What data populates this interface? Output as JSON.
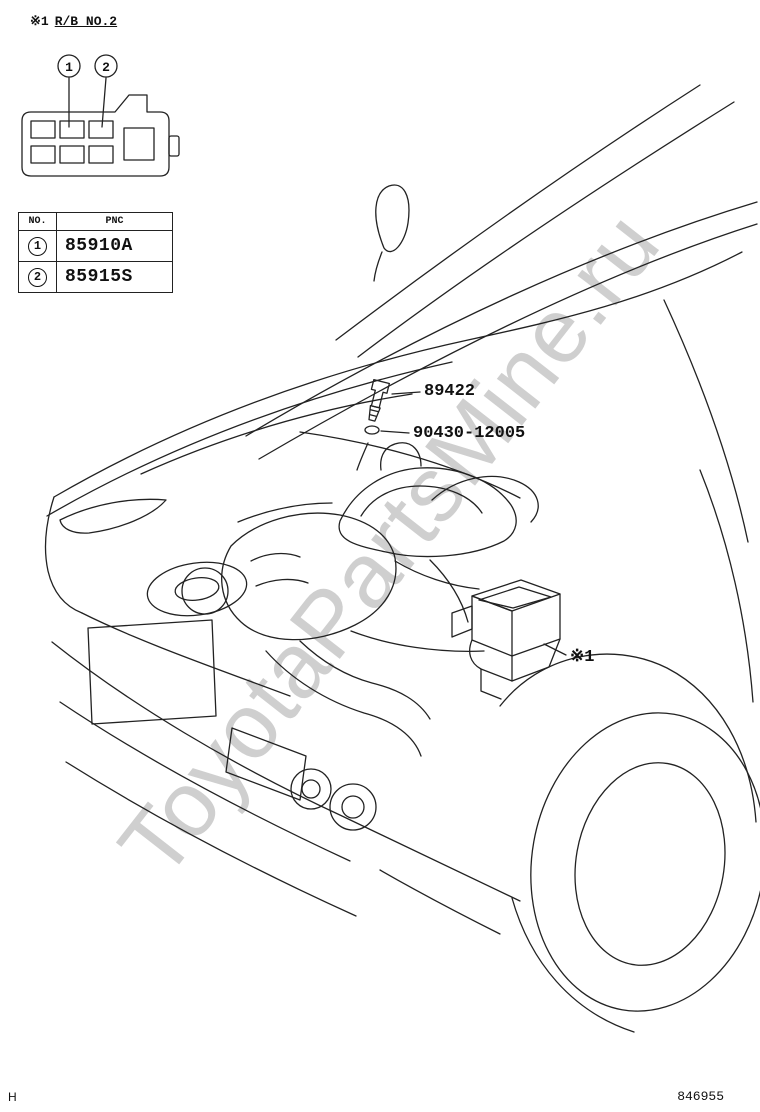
{
  "colors": {
    "line": "#222222",
    "text": "#111111",
    "watermark": "#a8a8a8",
    "background": "#ffffff"
  },
  "header": {
    "note_ref": "※1",
    "note_text": "R/B NO.2"
  },
  "relay_box": {
    "callouts": [
      {
        "id": "1"
      },
      {
        "id": "2"
      }
    ]
  },
  "table": {
    "headers": {
      "no": "NO.",
      "pnc": "PNC"
    },
    "rows": [
      {
        "no": "1",
        "pnc": "85910A"
      },
      {
        "no": "2",
        "pnc": "85915S"
      }
    ]
  },
  "diagram_labels": {
    "sensor": "89422",
    "washer": "90430-12005",
    "relay_ref": "※1"
  },
  "watermark": "ToyotaPartsMine.ru",
  "footer": {
    "page_code": "H",
    "figure_code": "846955"
  }
}
